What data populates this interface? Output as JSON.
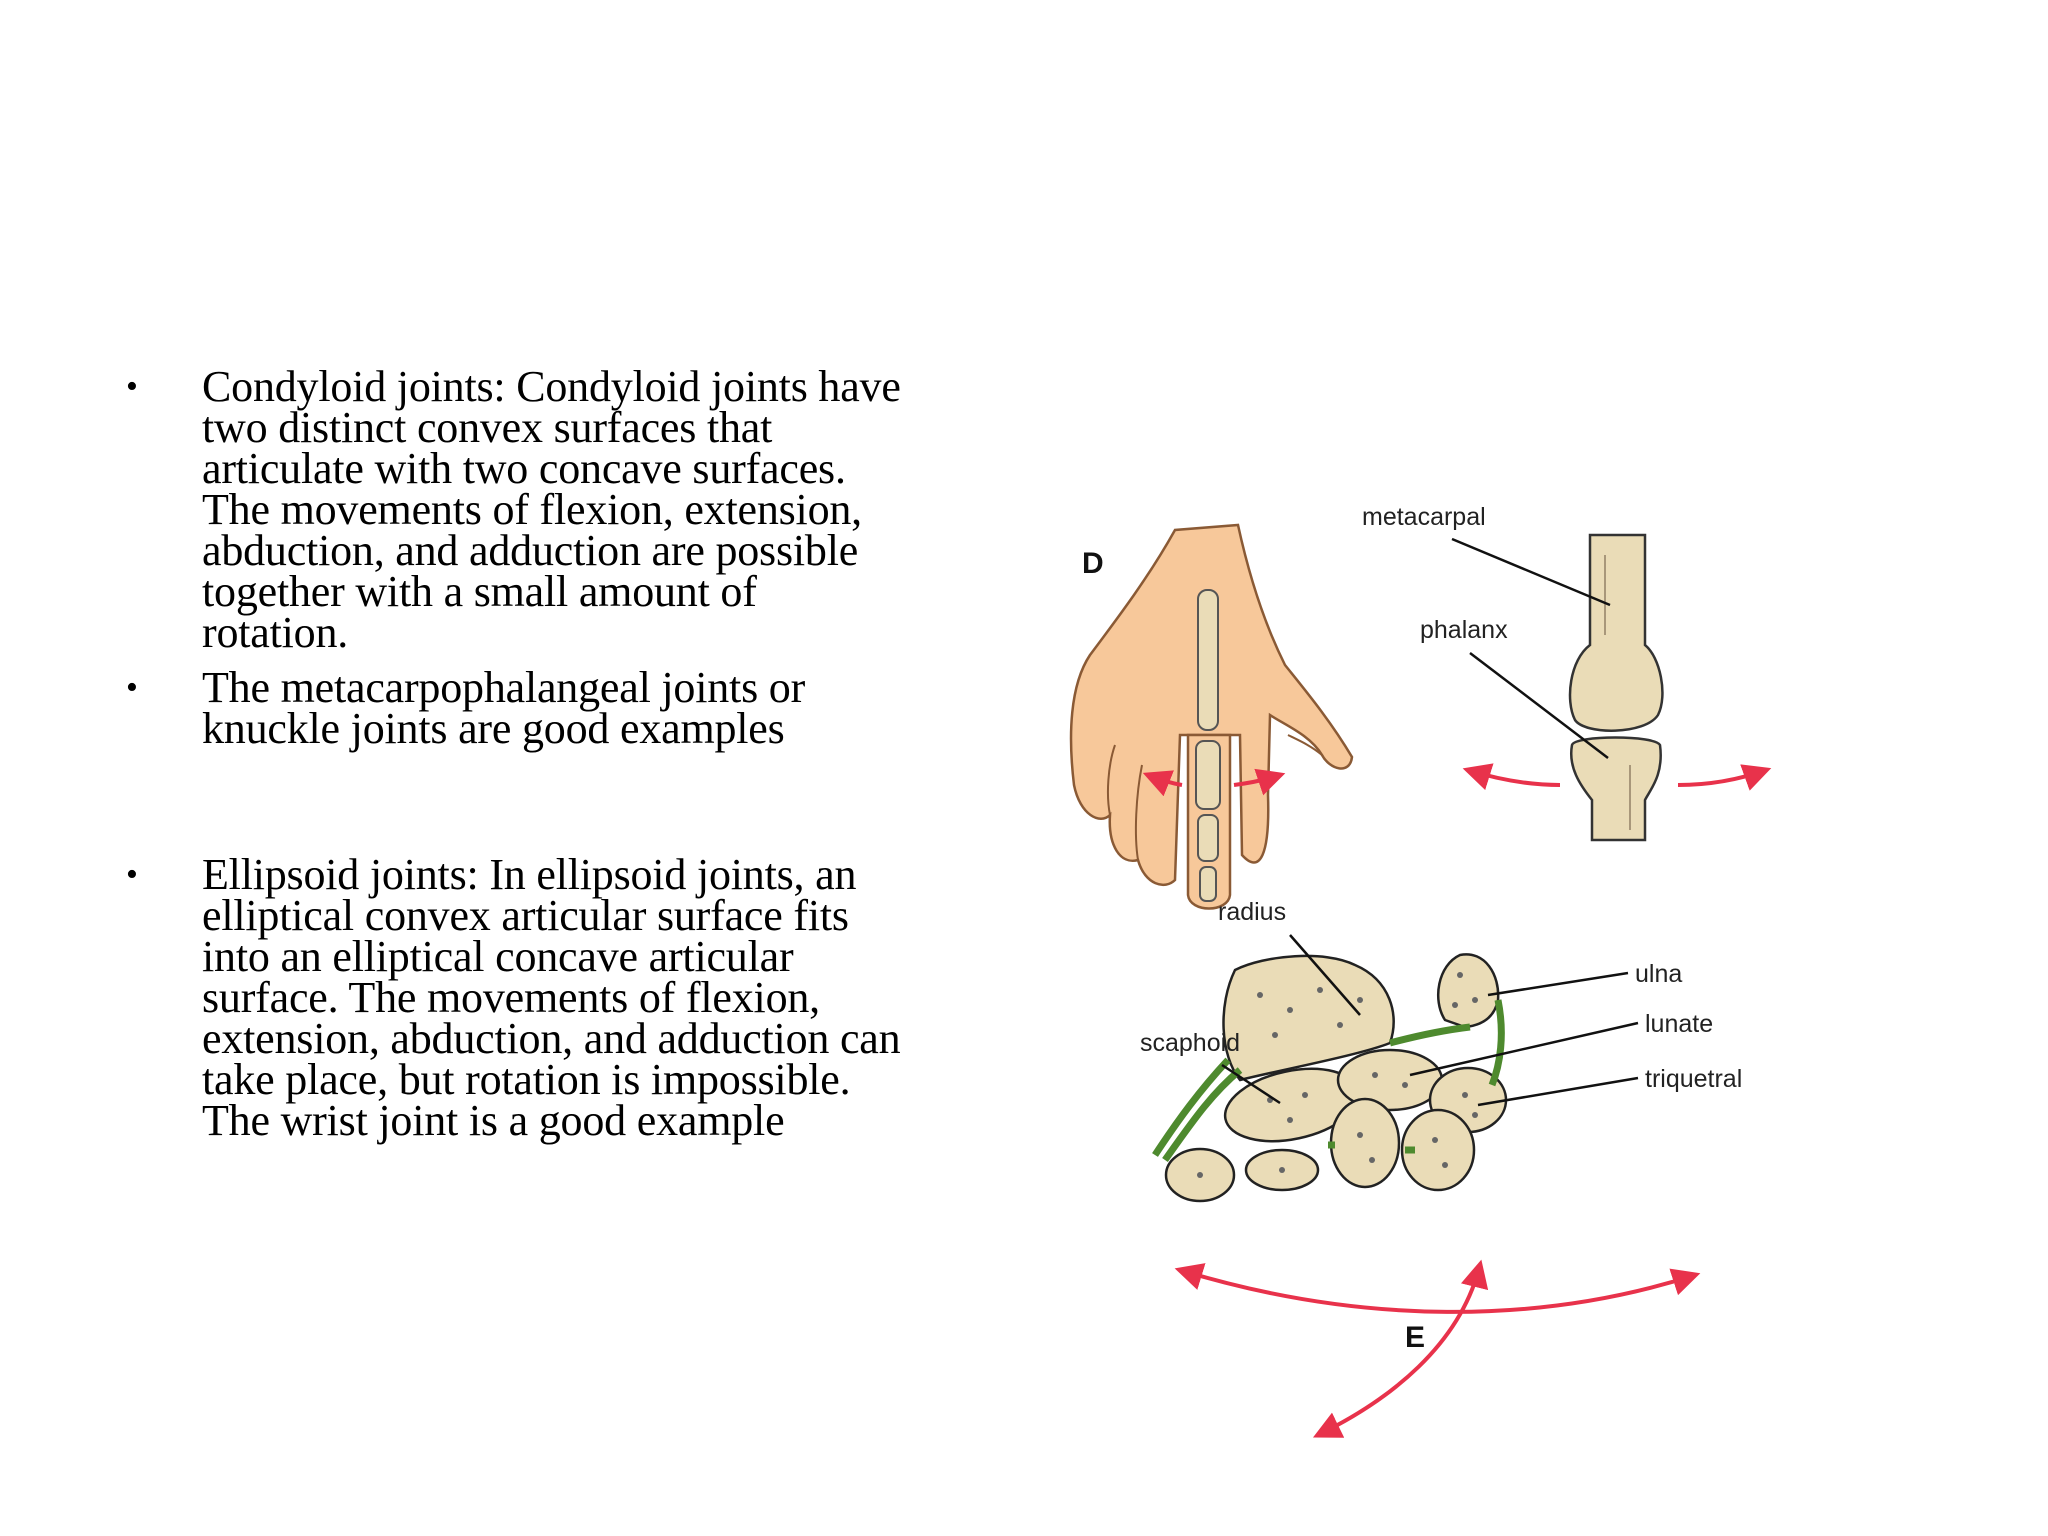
{
  "bullets": [
    {
      "symbol": "•",
      "text": "Condyloid joints: Condyloid joints have two distinct convex surfaces that articulate with two concave surfaces. The movements of flexion, extension, abduction, and adduction are possible together with a small amount of rotation."
    },
    {
      "symbol": "•",
      "text": " The metacarpophalangeal joints or knuckle joints are good examples"
    },
    {
      "symbol": "•",
      "text": "Ellipsoid joints: In ellipsoid joints, an elliptical convex articular surface fits into an elliptical concave articular surface. The movements of flexion, extension, abduction, and adduction can take place, but rotation is impossible. The wrist joint is a good example"
    }
  ],
  "figure": {
    "panel_d": {
      "letter": "D",
      "labels": {
        "metacarpal": "metacarpal",
        "phalanx": "phalanx"
      }
    },
    "panel_e": {
      "letter": "E",
      "labels": {
        "radius": "radius",
        "ulna": "ulna",
        "lunate": "lunate",
        "scaphoid": "scaphoid",
        "triquetral": "triquetral"
      }
    },
    "colors": {
      "skin": "#f7c89a",
      "bone": "#eadcb7",
      "arrow": "#e8324b",
      "ligament": "#4e8a2e",
      "line": "#333333"
    }
  }
}
